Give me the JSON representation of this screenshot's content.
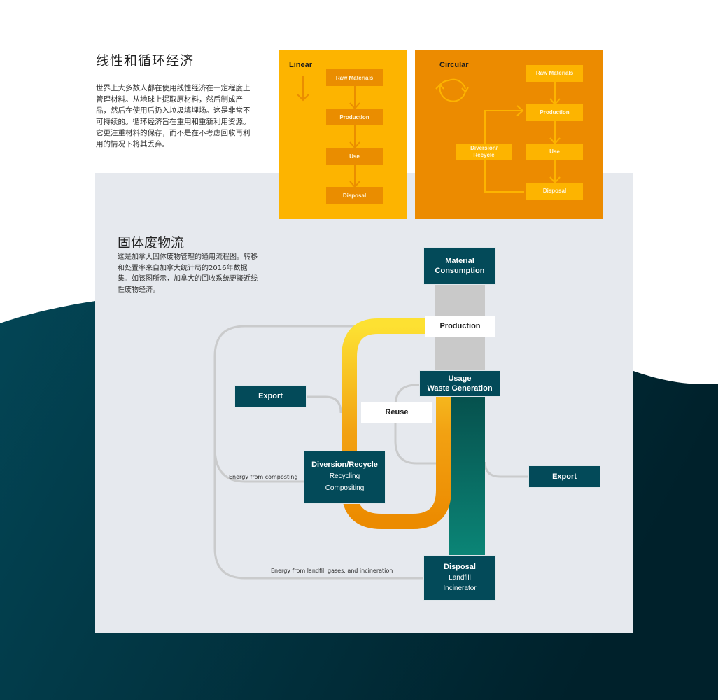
{
  "intro": {
    "title": "线性和循环经济",
    "body": "世界上大多数人都在使用线性经济在一定程度上管理材料。从地球上提取原材料，然后制成产品，然后在使用后扔入垃圾填埋场。这是非常不可持续的。循环经济旨在重用和重新利用资源。它更注重材料的保存，而不是在不考虑回收再利用的情况下将其丢弃。"
  },
  "linear": {
    "title": "Linear",
    "icon": "arrow-down-icon",
    "steps": [
      "Raw Materials",
      "Production",
      "Use",
      "Disposal"
    ],
    "color": "#fdb400"
  },
  "circular": {
    "title": "Circular",
    "icon": "cycle-icon",
    "steps": [
      "Raw Materials",
      "Production",
      "Use",
      "Disposal"
    ],
    "loop": "Diversion/ Recycle",
    "color": "#ec8b00"
  },
  "waste_flow": {
    "title": "固体废物流",
    "body": "这是加拿大固体废物管理的通用流程图。转移和处置率来自加拿大统计局的2016年数据集。如该图所示，加拿大的回收系统更接近线性废物经济。",
    "nodes": {
      "material_consumption": "Material Consumption",
      "production": "Production",
      "usage": "Usage",
      "waste_generation": "Waste Generation",
      "reuse": "Reuse",
      "export_left": "Export",
      "export_right": "Export",
      "diversion": {
        "title": "Diversion/Recycle",
        "items": [
          "Recycling",
          "Compositing"
        ]
      },
      "disposal": {
        "title": "Disposal",
        "items": [
          "Landfill",
          "Incinerator"
        ]
      }
    },
    "labels": {
      "composting": "Energy from composting",
      "landfill": "Energy from landfill gases, and incineration"
    },
    "colors": {
      "node": "#034a59",
      "diversion_flow_start": "#fde132",
      "diversion_flow_end": "#ec8b00",
      "disposal_flow_start": "#064f4c",
      "disposal_flow_end": "#0b8677",
      "consumption_flow": "#c9c9c9"
    }
  }
}
